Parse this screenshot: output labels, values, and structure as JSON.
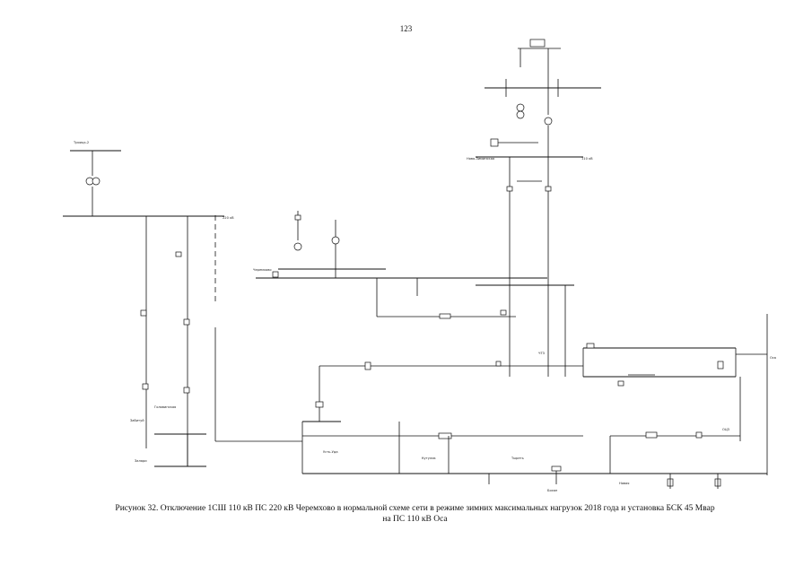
{
  "page": {
    "number": "123"
  },
  "caption": {
    "line1": "Рисунок 32. Отключение 1СШ 110 кВ ПС 220 кВ Черемхово в нормальной схеме сети в режиме зимних максимальных нагрузок 2018 года и установка БСК 45 Мвар",
    "line2": "на ПС 110 кВ Оса"
  },
  "diagram": {
    "labels": {
      "t1": "Троицк-2",
      "t2": "220 кВ",
      "t3": "Ново-Зиминская",
      "t4": "110 кВ",
      "t5": "Черемхово",
      "t6": "ЧТЗ",
      "t7": "Оса",
      "t8": "Залари",
      "t9": "Усть-Уда",
      "t10": "Кутулик",
      "t11": "Забитуй",
      "t12": "Головинская",
      "t13": "Тыреть",
      "t14": "Новая",
      "t15": "ОЦЗ",
      "t16": "Бохан"
    }
  }
}
